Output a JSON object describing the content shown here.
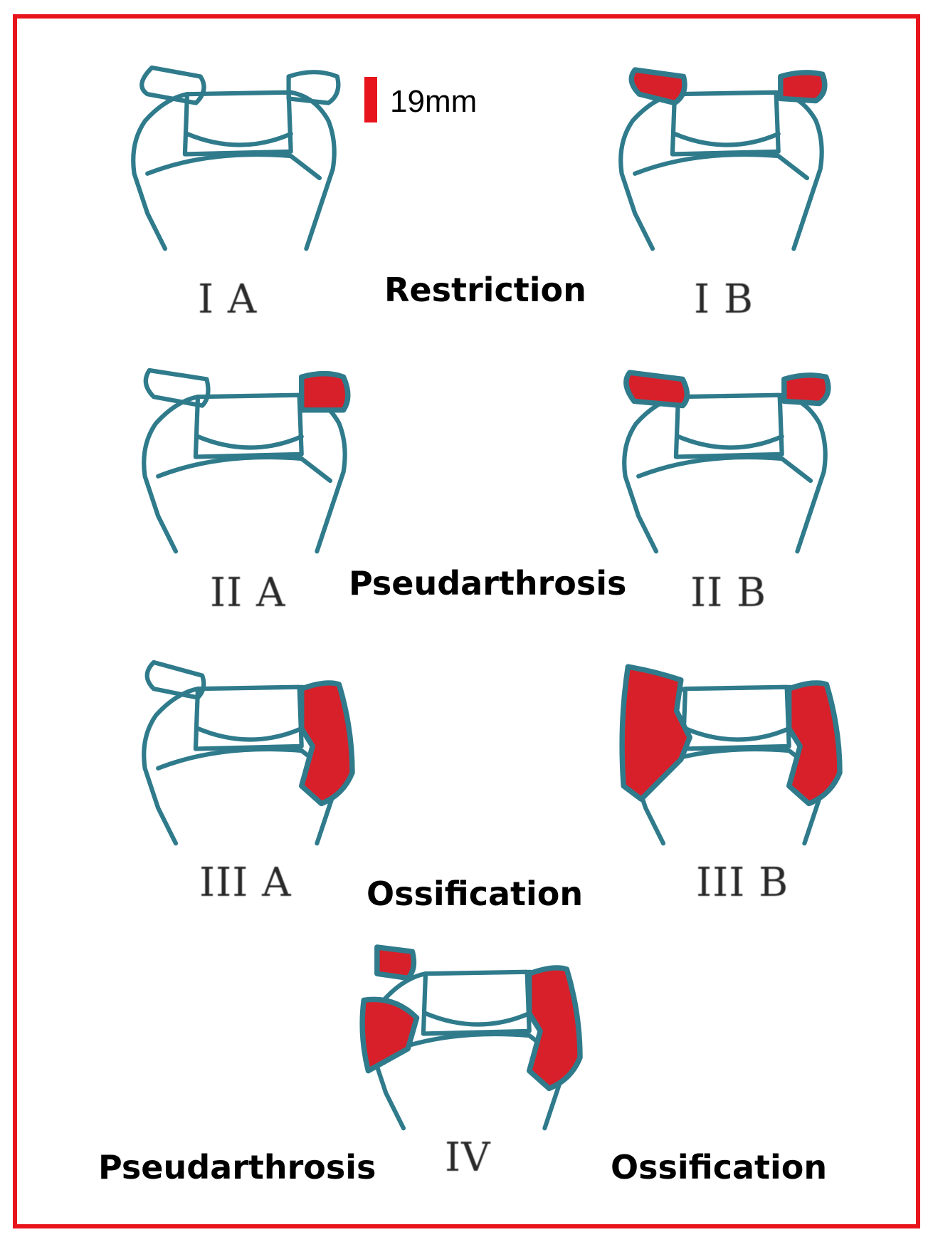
{
  "scale_bar": {
    "label": "19mm",
    "color": "#e8141c"
  },
  "colors": {
    "outline": "#2f7b8c",
    "fill": "#d7202a",
    "frame": "#e8141c"
  },
  "types": [
    {
      "id": "IA",
      "label": "I A"
    },
    {
      "id": "IB",
      "label": "I B"
    },
    {
      "id": "IIA",
      "label": "II A"
    },
    {
      "id": "IIB",
      "label": "II B"
    },
    {
      "id": "IIIA",
      "label": "III A"
    },
    {
      "id": "IIIB",
      "label": "III B"
    },
    {
      "id": "IV",
      "label": "IV"
    }
  ],
  "categories": {
    "row1": "Restriction",
    "row2": "Pseudarthrosis",
    "row3": "Ossification",
    "row4_left": "Pseudarthrosis",
    "row4_right": "Ossification"
  }
}
